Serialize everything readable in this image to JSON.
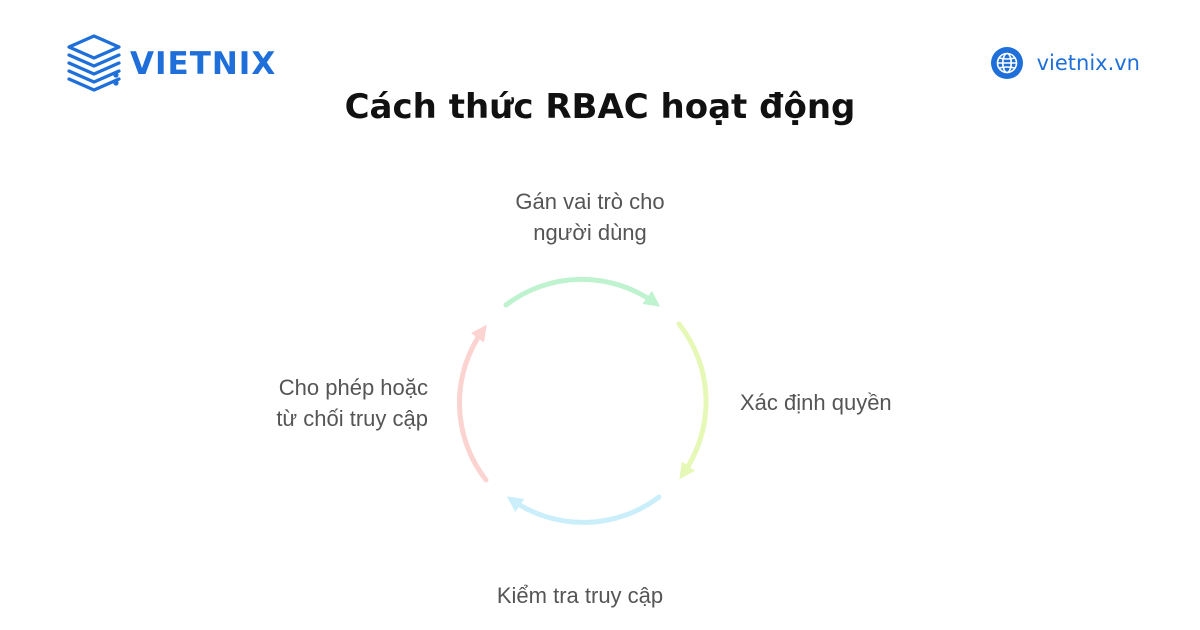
{
  "brand": {
    "name": "VIETNIX",
    "logo_icon": "stacked-server-layers-icon",
    "color": "#1e6fd9"
  },
  "site": {
    "url": "vietnix.vn",
    "icon": "globe-icon"
  },
  "title": "Cách thức RBAC hoạt động",
  "cycle": {
    "steps": [
      {
        "lines": [
          "Gán vai trò cho",
          "người dùng"
        ],
        "color": "#bff3cf"
      },
      {
        "lines": [
          "Xác định quyền"
        ],
        "color": "#e6f8b6"
      },
      {
        "lines": [
          "Kiểm tra truy cập"
        ],
        "color": "#cbeefb"
      },
      {
        "lines": [
          "Cho phép hoặc",
          "từ chối truy cập"
        ],
        "color": "#fbd3d0"
      }
    ]
  }
}
